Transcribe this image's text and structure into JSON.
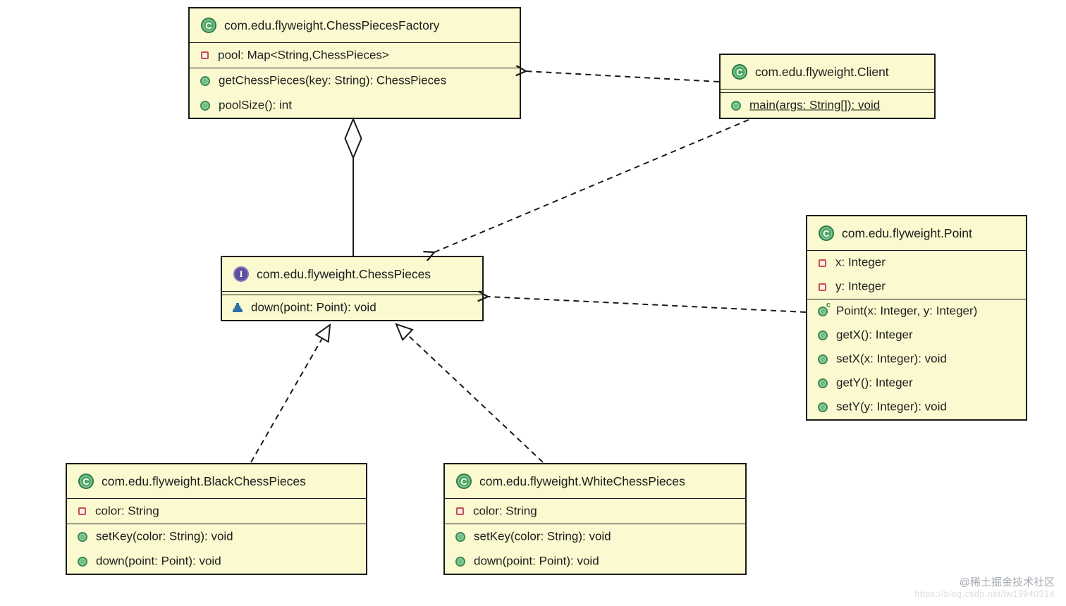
{
  "icons": {
    "class_letter": "C",
    "interface_letter": "I",
    "constructor_badge": "c"
  },
  "palette": {
    "box_fill": "#FBF9CF",
    "box_border": "#1A1A1A",
    "class_icon_green": "#4FA866",
    "interface_icon_purple": "#5D4E9E",
    "field_icon_red": "#C4524B",
    "method_icon_green": "#6FBE84",
    "abstract_icon_blue": "#2B72A9"
  },
  "classes": [
    {
      "kind": "class",
      "title": "com.edu.flyweight.ChessPiecesFactory",
      "fields": [
        {
          "icon": "private-field-icon",
          "text": "pool: Map<String,ChessPieces>"
        }
      ],
      "methods": [
        {
          "icon": "public-method-icon",
          "text": "getChessPieces(key: String): ChessPieces"
        },
        {
          "icon": "public-method-icon",
          "text": "poolSize(): int"
        }
      ]
    },
    {
      "kind": "class",
      "title": "com.edu.flyweight.Client",
      "fields": [],
      "methods": [
        {
          "icon": "public-method-icon",
          "static": true,
          "text": "main(args: String[]): void"
        }
      ]
    },
    {
      "kind": "class",
      "title": "com.edu.flyweight.Point",
      "fields": [
        {
          "icon": "private-field-icon",
          "text": "x: Integer"
        },
        {
          "icon": "private-field-icon",
          "text": "y: Integer"
        }
      ],
      "methods": [
        {
          "icon": "constructor-icon",
          "text": "Point(x: Integer, y: Integer)"
        },
        {
          "icon": "public-method-icon",
          "text": "getX(): Integer"
        },
        {
          "icon": "public-method-icon",
          "text": "setX(x: Integer): void"
        },
        {
          "icon": "public-method-icon",
          "text": "getY(): Integer"
        },
        {
          "icon": "public-method-icon",
          "text": "setY(y: Integer): void"
        }
      ]
    },
    {
      "kind": "interface",
      "title": "com.edu.flyweight.ChessPieces",
      "fields": [],
      "methods": [
        {
          "icon": "abstract-method-icon",
          "text": "down(point: Point): void"
        }
      ]
    },
    {
      "kind": "class",
      "title": "com.edu.flyweight.BlackChessPieces",
      "fields": [
        {
          "icon": "private-field-icon",
          "text": "color: String"
        }
      ],
      "methods": [
        {
          "icon": "public-method-icon",
          "text": "setKey(color: String): void"
        },
        {
          "icon": "public-method-icon",
          "text": "down(point: Point): void"
        }
      ]
    },
    {
      "kind": "class",
      "title": "com.edu.flyweight.WhiteChessPieces",
      "fields": [
        {
          "icon": "private-field-icon",
          "text": "color: String"
        }
      ],
      "methods": [
        {
          "icon": "public-method-icon",
          "text": "setKey(color: String): void"
        },
        {
          "icon": "public-method-icon",
          "text": "down(point: Point): void"
        }
      ]
    }
  ],
  "relationships": [
    {
      "type": "aggregation",
      "from": "com.edu.flyweight.ChessPieces",
      "to": "com.edu.flyweight.ChessPiecesFactory"
    },
    {
      "type": "dependency",
      "from": "com.edu.flyweight.Client",
      "to": "com.edu.flyweight.ChessPiecesFactory"
    },
    {
      "type": "dependency",
      "from": "com.edu.flyweight.Client",
      "to": "com.edu.flyweight.ChessPieces"
    },
    {
      "type": "dependency",
      "from": "com.edu.flyweight.Point",
      "to": "com.edu.flyweight.ChessPieces"
    },
    {
      "type": "realization",
      "from": "com.edu.flyweight.BlackChessPieces",
      "to": "com.edu.flyweight.ChessPieces"
    },
    {
      "type": "realization",
      "from": "com.edu.flyweight.WhiteChessPieces",
      "to": "com.edu.flyweight.ChessPieces"
    }
  ],
  "watermark": {
    "community": "@稀土掘金技术社区",
    "url": "https://blog.csdn.net/lw19940314"
  }
}
